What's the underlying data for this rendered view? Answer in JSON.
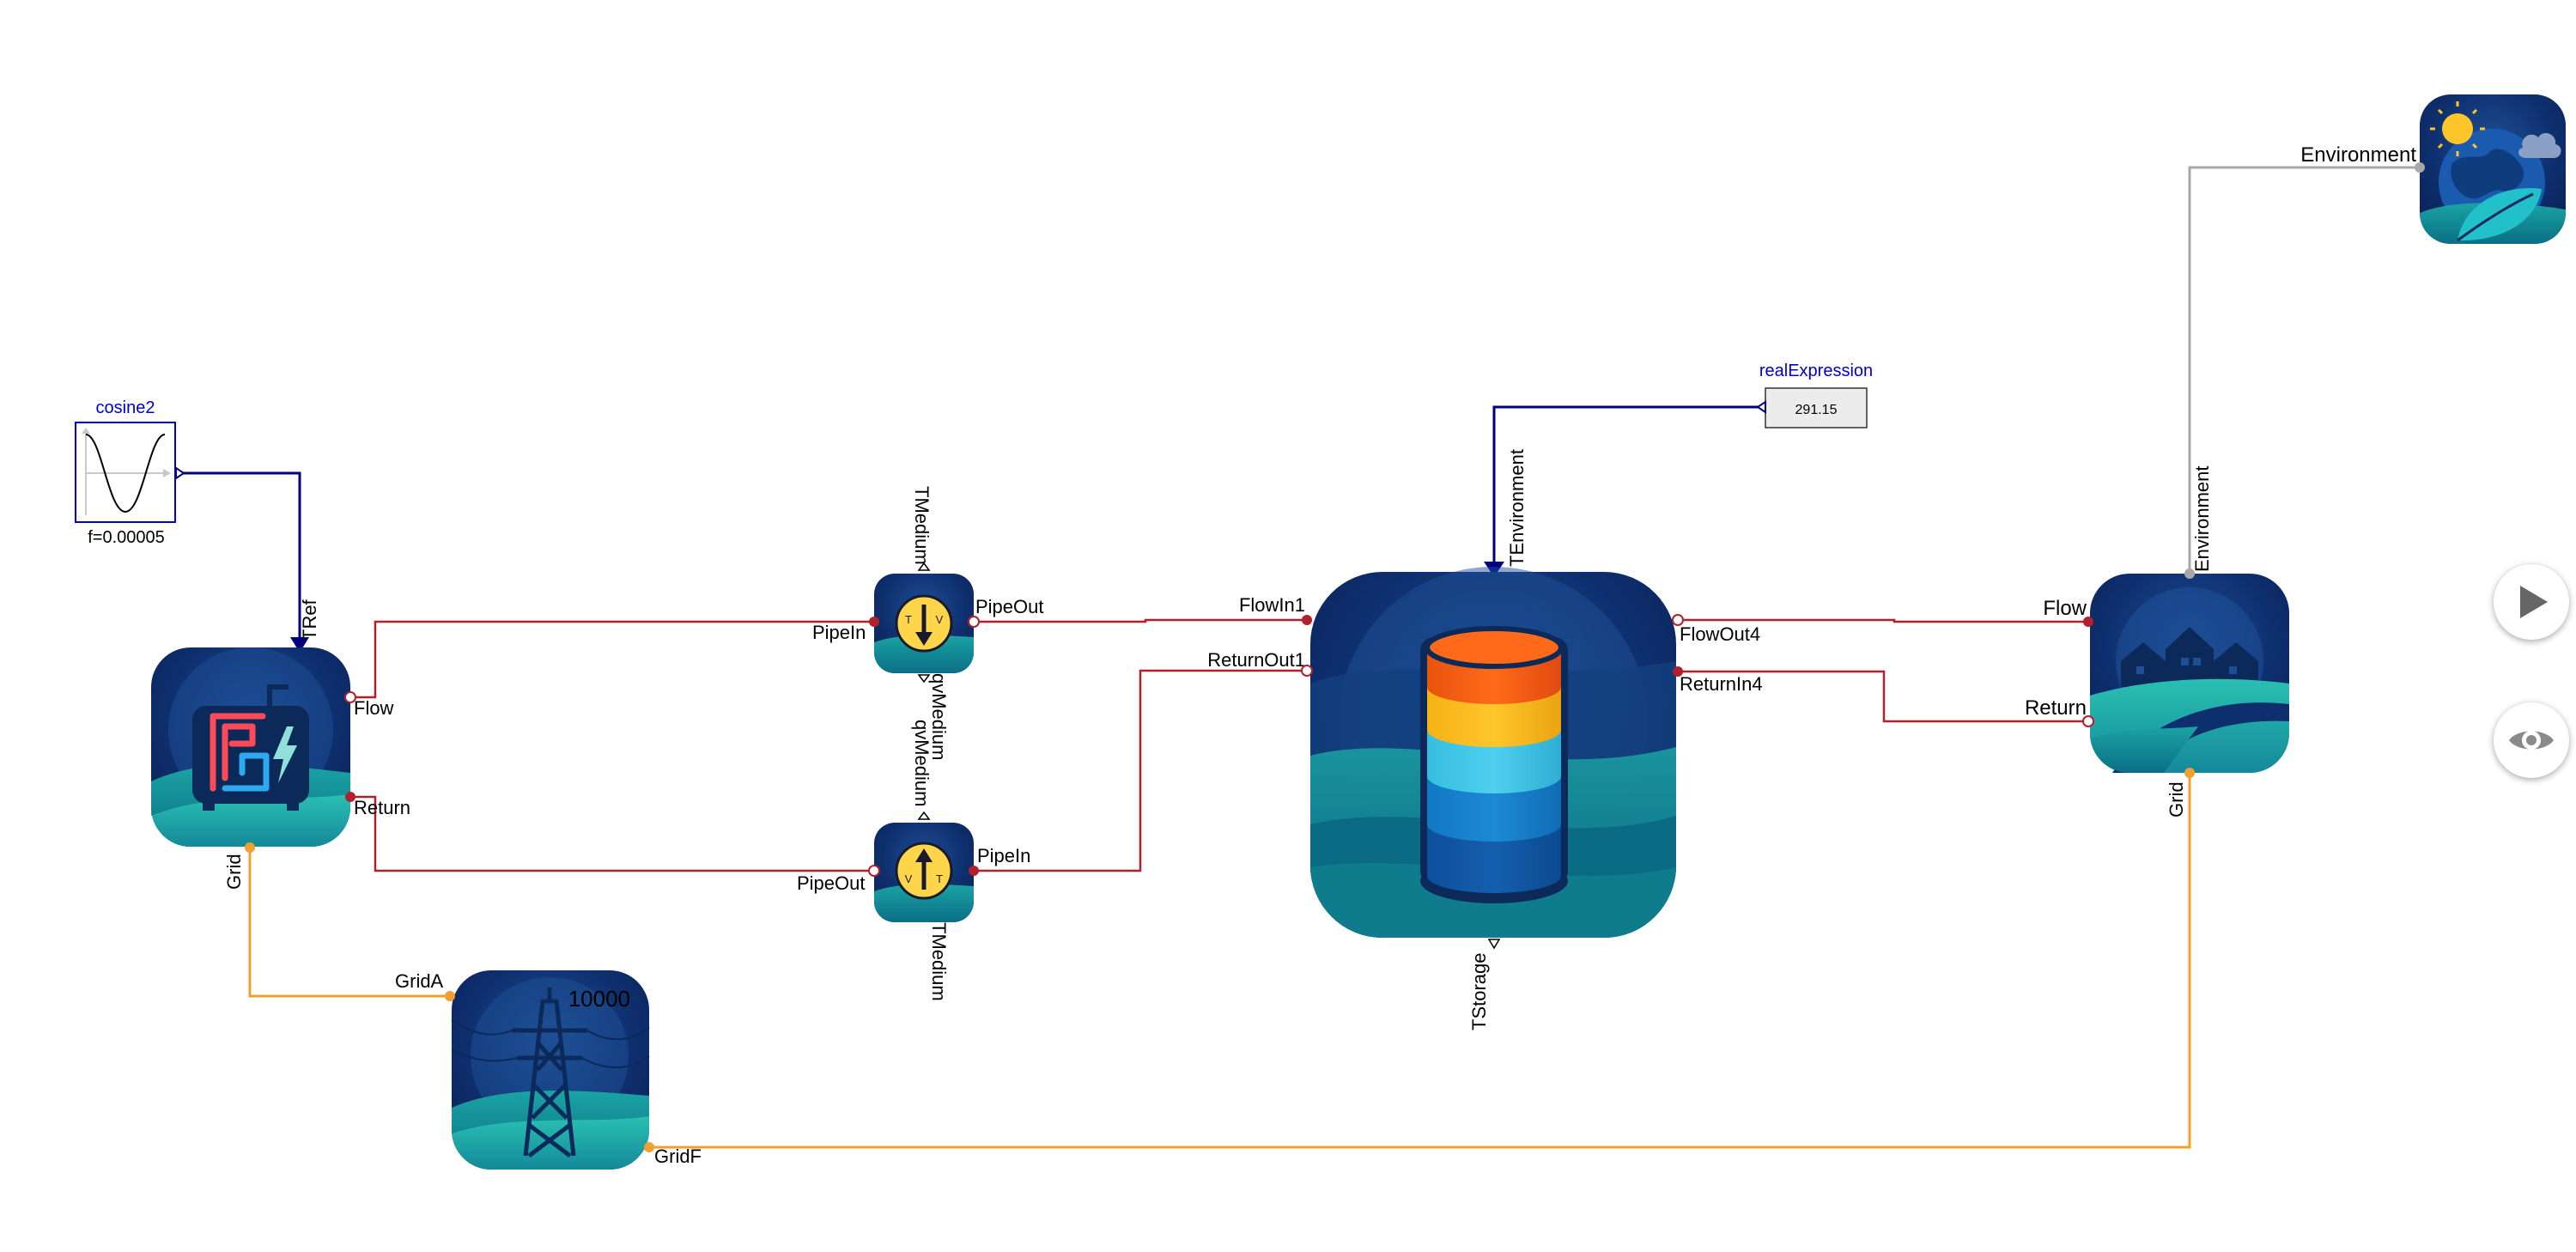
{
  "colors": {
    "flow": "#b2202e",
    "signal": "#00007f",
    "grid": "#f0a030",
    "environment": "#a8a8a8",
    "block_label": "#0000cc",
    "icon_bg_dark": "#0b2b66",
    "icon_bg_teal": "#14a0a0"
  },
  "blocks": {
    "cosine": {
      "name": "cosine2",
      "param": "f=0.00005"
    },
    "real_expression": {
      "name": "realExpression",
      "value": "291.15"
    },
    "grid_source": {
      "value": "10000"
    }
  },
  "labels": {
    "heatpump": {
      "tref": "TRef",
      "flow": "Flow",
      "return": "Return",
      "grid": "Grid"
    },
    "sensor_top": {
      "tmedium": "TMedium",
      "qvmedium": "qvMedium",
      "pipe_in": "PipeIn",
      "pipe_out": "PipeOut"
    },
    "sensor_bottom": {
      "qvmedium": "qvMedium",
      "tmedium": "TMedium",
      "pipe_in": "PipeIn",
      "pipe_out": "PipeOut"
    },
    "storage": {
      "flow_in": "FlowIn1",
      "return_out": "ReturnOut1",
      "flow_out": "FlowOut4",
      "return_in": "ReturnIn4",
      "t_environment": "TEnvironment",
      "t_storage": "TStorage"
    },
    "consumer": {
      "flow": "Flow",
      "return": "Return",
      "grid": "Grid",
      "environment": "Environment"
    },
    "environment_block": {
      "port": "Environment"
    },
    "grid_block": {
      "grid_a": "GridA",
      "grid_f": "GridF"
    }
  },
  "icons": {
    "heatpump": "heat-pump-icon",
    "sensor_top": "temperature-sensor-icon",
    "sensor_bottom": "temperature-sensor-icon",
    "storage": "thermal-storage-icon",
    "consumer": "houses-icon",
    "environment": "globe-sun-icon",
    "grid": "power-pylon-icon",
    "play": "play-icon",
    "eye": "eye-icon"
  }
}
